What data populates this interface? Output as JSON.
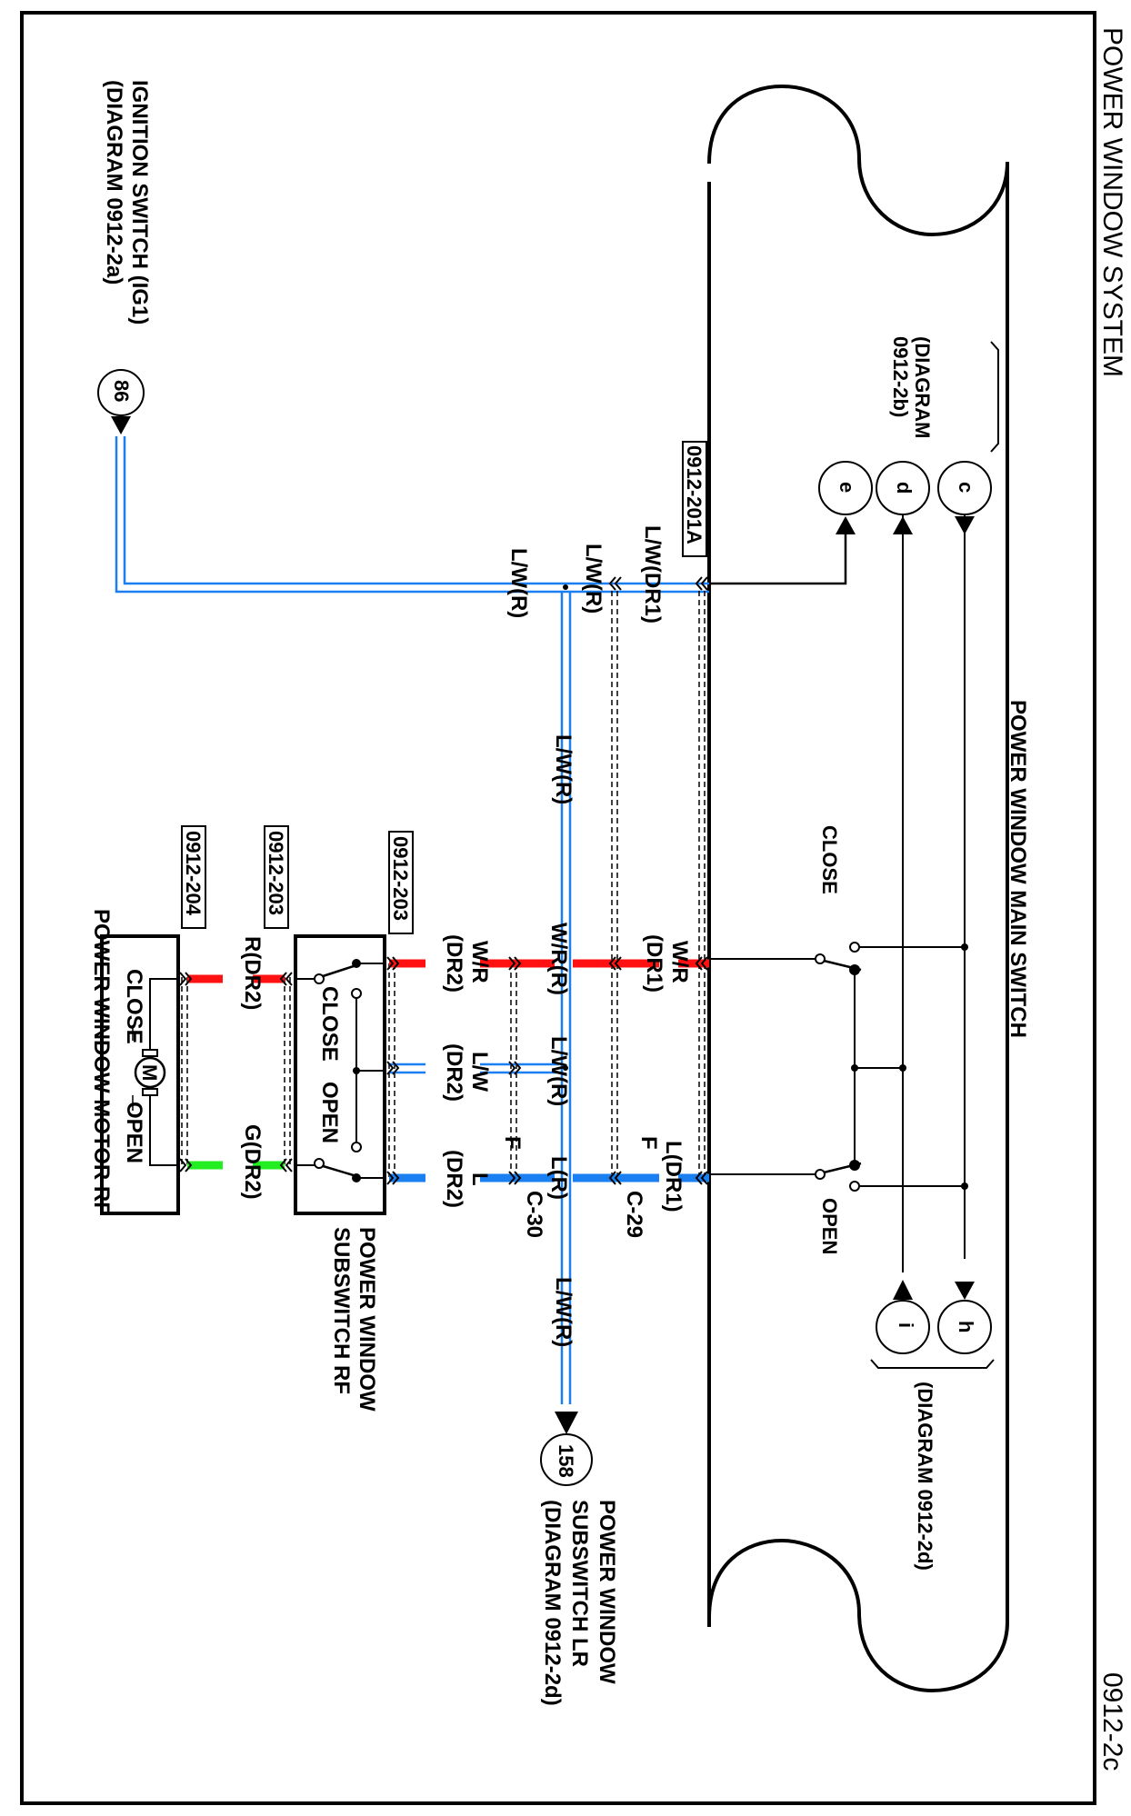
{
  "page": {
    "title": "POWER WINDOW SYSTEM",
    "diagram_code": "0912-2c"
  },
  "colors": {
    "wire_blue": "#1a7ff0",
    "wire_red": "#ff1111",
    "wire_green": "#22ee22",
    "line": "#000000",
    "background": "#ffffff"
  },
  "components": {
    "main_switch": {
      "label": "POWER WINDOW MAIN SWITCH",
      "close_label": "CLOSE",
      "open_label": "OPEN"
    },
    "subswitch_rf": {
      "label_line1": "POWER WINDOW",
      "label_line2": "SUBSWITCH RF",
      "close_label": "CLOSE",
      "open_label": "OPEN"
    },
    "motor_rf": {
      "label": "POWER WINDOW MOTOR RF",
      "motor_symbol": "M",
      "close_label": "CLOSE",
      "open_label": "OPEN"
    }
  },
  "connectors": {
    "c201a": "0912-201A",
    "c203a": "0912-203",
    "c203b": "0912-203",
    "c204": "0912-204",
    "c29": "C-29",
    "c30": "C-30",
    "f29": "F",
    "f30": "F"
  },
  "offpage": {
    "ignition": {
      "number": "86",
      "line1": "IGNITION SWITCH (IG1)",
      "line2": "(DIAGRAM  0912-2a)"
    },
    "subswitch_lr": {
      "number": "158",
      "line1": "POWER WINDOW",
      "line2": "SUBSWITCH LR",
      "line3": "(DIAGRAM  0912-2d)"
    },
    "group_2b": {
      "refs": [
        "c",
        "d",
        "e"
      ],
      "line1": "(DIAGRAM",
      "line2": "0912-2b)"
    },
    "group_2d": {
      "refs": [
        "h",
        "i"
      ],
      "line1": "(DIAGRAM 0912-2d)"
    }
  },
  "wires": {
    "lw_dr1": "L/W(DR1)",
    "lw_r_top": "L/W(R)",
    "lw_r_ign": "L/W(R)",
    "lw_r_bus": "L/W(R)",
    "lw_r_bus2": "L/W(R)",
    "wr_dr1_1": "W/R",
    "wr_dr1_2": "(DR1)",
    "wr_r": "W/R(R)",
    "wr_dr2_1": "W/R",
    "wr_dr2_2": "(DR2)",
    "lw_r_mid": "L/W(R)",
    "lw_dr2_1": "L/W",
    "lw_dr2_2": "(DR2)",
    "l_dr1": "L(DR1)",
    "l_r": "L(R)",
    "l_dr2_1": "L",
    "l_dr2_2": "(DR2)",
    "r_dr2": "R(DR2)",
    "g_dr2": "G(DR2)"
  }
}
